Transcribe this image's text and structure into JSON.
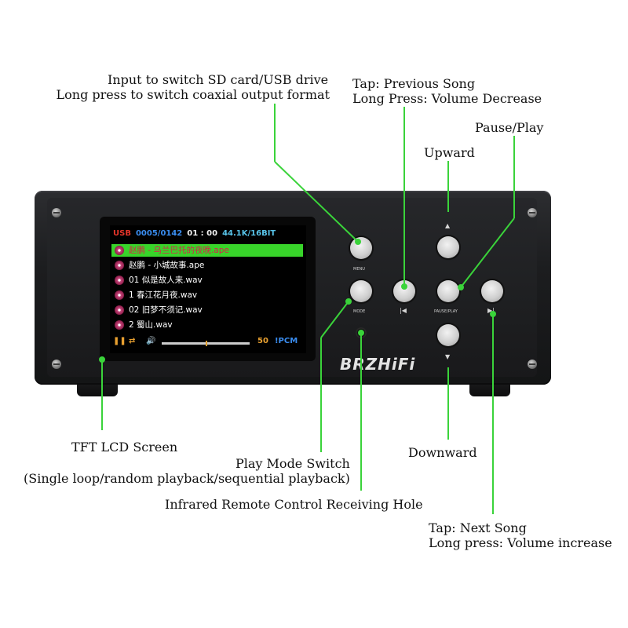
{
  "callouts": {
    "input": [
      "Input to switch SD card/USB drive",
      "Long press to switch coaxial output format"
    ],
    "previous": [
      "Tap: Previous Song",
      "Long Press: Volume Decrease"
    ],
    "pause_play": "Pause/Play",
    "upward": "Upward",
    "lcd": "TFT LCD Screen",
    "play_mode": [
      "Play Mode Switch",
      "(Single loop/random playback/sequential playback)"
    ],
    "ir": "Infrared Remote Control Receiving Hole",
    "downward": "Downward",
    "next": [
      "Tap: Next Song",
      "Long press: Volume increase"
    ]
  },
  "device": {
    "brand": "BRZHiFi",
    "button_labels": {
      "menu": "MENU",
      "mode": "MODE",
      "pause_play": "PAUSE/PLAY"
    },
    "glyphs": {
      "up": "▲",
      "down": "▼",
      "prev": "|◀",
      "next": "▶|"
    }
  },
  "lcd": {
    "source": "USB",
    "track": "0005/0142",
    "time": "01 : 00",
    "format": "44.1K/16BIT",
    "playlist": [
      "赵鹏 - 乌兰巴托的夜晚.ape",
      "赵鹏 - 小城故事.ape",
      "01 似是故人来.wav",
      "1 春江花月夜.wav",
      "02 旧梦不须记.wav",
      "2 蜀山.wav"
    ],
    "selected_index": 0,
    "volume": "50",
    "volume_level": 0.5,
    "output": "!PCM",
    "pause_icon": "pause-icon",
    "repeat_icon": "repeat-icon",
    "speaker_icon": "speaker-icon"
  },
  "colors": {
    "leader_green": "#3ad33a",
    "selected_row": "#38d42a",
    "usb_red": "#e6352a",
    "track_blue": "#3a8df0",
    "format_cyan": "#58c3e8",
    "volume_orange": "#e8a030"
  }
}
